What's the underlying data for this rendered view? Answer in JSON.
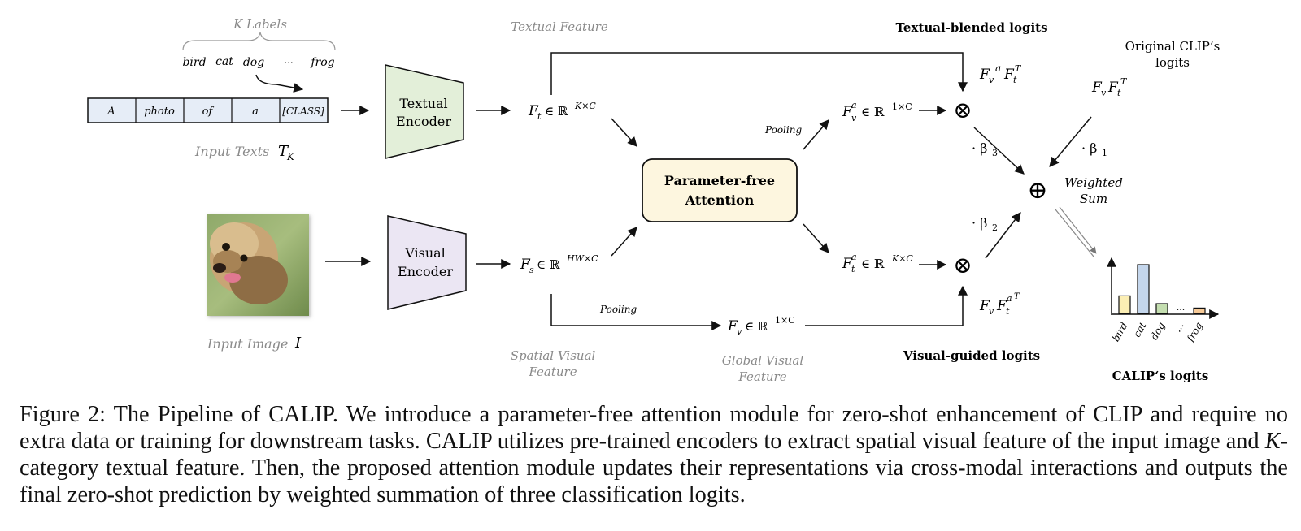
{
  "labels": {
    "k_labels": "K Labels",
    "textual_feature": "Textual Feature",
    "textual_blended_logits": "Textual-blended logits",
    "original_clip_logits_line1": "Original CLIP’s",
    "original_clip_logits_line2": "logits",
    "input_texts": "Input Texts",
    "input_image": "Input Image",
    "spatial_visual_feature_line1": "Spatial Visual",
    "spatial_visual_feature_line2": "Feature",
    "global_visual_feature_line1": "Global Visual",
    "global_visual_feature_line2": "Feature",
    "visual_guided_logits": "Visual-guided logits",
    "calip_logits": "CALIP‘s logits",
    "weighted_line1": "Weighted",
    "weighted_line2": "Sum",
    "pooling_top": "Pooling",
    "pooling_bottom": "Pooling"
  },
  "class_words": [
    "bird",
    "cat",
    "dog",
    "...",
    "frog"
  ],
  "prompt_tokens": [
    "A",
    "photo",
    "of",
    "a",
    "[CLASS]"
  ],
  "encoders": {
    "textual_line1": "Textual",
    "textual_line2": "Encoder",
    "visual_line1": "Visual",
    "visual_line2": "Encoder"
  },
  "attention": {
    "line1": "Parameter-free",
    "line2": "Attention"
  },
  "math": {
    "input_texts_symbol": "T",
    "input_texts_sub": "K",
    "input_image_symbol": "I",
    "ft": "F",
    "ft_sub": "t",
    "ft_space": "∈ ℝ",
    "ft_sup": "K×C",
    "fs": "F",
    "fs_sub": "s",
    "fs_space": "∈ ℝ",
    "fs_sup": "HW×C",
    "fva": "F",
    "fva_sub": "v",
    "fva_sup": "a",
    "fva_space": "∈ ℝ",
    "fva_dim": "1×C",
    "fta": "F",
    "fta_sub": "t",
    "fta_sup": "a",
    "fta_space": "∈ ℝ",
    "fta_dim": "K×C",
    "fv": "F",
    "fv_sub": "v",
    "fv_space": "∈ ℝ",
    "fv_dim": "1×C",
    "beta1": "· β",
    "beta1_sub": "1",
    "beta2": "· β",
    "beta2_sub": "2",
    "beta3": "· β",
    "beta3_sub": "3",
    "otimes": "⊗",
    "oplus": "⊕",
    "T": "T",
    "a": "a"
  },
  "bar_chart": {
    "categories": [
      "bird",
      "cat",
      "dog",
      "...",
      "frog"
    ],
    "values": [
      0.36,
      1.0,
      0.2,
      0,
      0.11
    ],
    "colors": [
      "#fbeeb4",
      "#c4d6ec",
      "#c4deb0",
      "#ffffff",
      "#f6c996"
    ]
  },
  "caption": {
    "prefix": "Figure 2: The Pipeline of CALIP. We introduce a parameter-free attention module for zero-shot enhancement of CLIP and require no extra data or training for downstream tasks. CALIP utilizes pre-trained encoders to extract spatial visual feature of the input image and ",
    "italic": "K",
    "suffix": "-category textual feature. Then, the proposed attention module updates their representations via cross-modal interactions and outputs the final zero-shot prediction by weighted summation of three classification logits."
  }
}
